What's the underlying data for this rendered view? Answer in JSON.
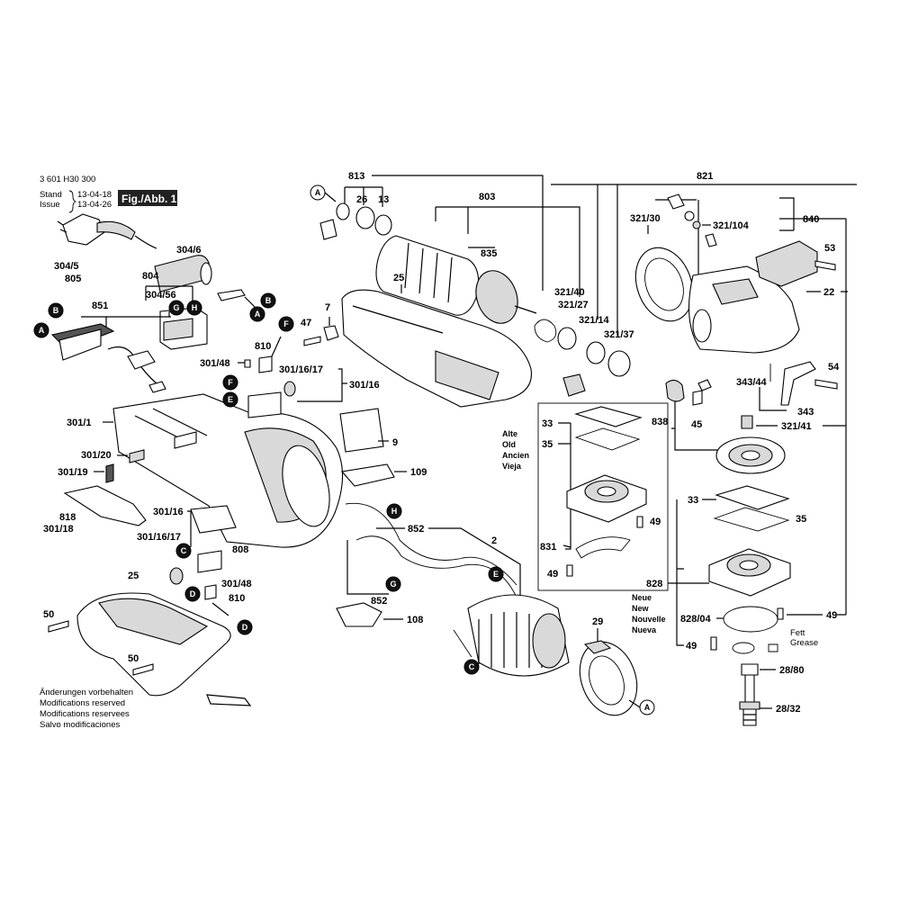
{
  "header": {
    "doc_number": "3 601 H30 300",
    "stand_label": "Stand",
    "issue_label": "Issue",
    "stand_date": "13-04-18",
    "issue_date": "13-04-26",
    "figure_label": "Fig./Abb. 1"
  },
  "footer_notice": [
    "Änderungen vorbehalten",
    "Modifications reserved",
    "Modifications reservees",
    "Salvo modificaciones"
  ],
  "old_labels": [
    "Alte",
    "Old",
    "Ancien",
    "Vieja"
  ],
  "new_labels": [
    "Neue",
    "New",
    "Nouvelle",
    "Nueva"
  ],
  "grease_labels": [
    "Fett",
    "Grease"
  ],
  "parts": {
    "p813": "813",
    "p26": "26",
    "p13": "13",
    "p803": "803",
    "p835": "835",
    "p25a": "25",
    "p25b": "25",
    "p7": "7",
    "p47": "47",
    "p810a": "810",
    "p810b": "810",
    "p821": "821",
    "p321_30": "321/30",
    "p321_104": "321/104",
    "p840": "840",
    "p53": "53",
    "p22": "22",
    "p321_40": "321/40",
    "p321_27": "321/27",
    "p321_14": "321/14",
    "p321_37": "321/37",
    "p54": "54",
    "p343_44": "343/44",
    "p343": "343",
    "p321_41": "321/41",
    "p838": "838",
    "p45": "45",
    "p33a": "33",
    "p35a": "35",
    "p49a": "49",
    "p831": "831",
    "p49b": "49",
    "p33b": "33",
    "p35b": "35",
    "p828": "828",
    "p49c": "49",
    "p828_04": "828/04",
    "p49d": "49",
    "p28_80": "28/80",
    "p28_32": "28/32",
    "p304_5": "304/5",
    "p805": "805",
    "p304_6": "304/6",
    "p804": "804",
    "p304_56": "304/56",
    "p851": "851",
    "p301_48a": "301/48",
    "p301_16_17a": "301/16/17",
    "p301_16a": "301/16",
    "p301_1": "301/1",
    "p9": "9",
    "p301_20": "301/20",
    "p109": "109",
    "p301_19": "301/19",
    "p818": "818",
    "p301_18": "301/18",
    "p301_16b": "301/16",
    "p301_16_17b": "301/16/17",
    "p808": "808",
    "p852a": "852",
    "p2": "2",
    "p301_48b": "301/48",
    "p852b": "852",
    "p108": "108",
    "p29": "29",
    "p50a": "50",
    "p50b": "50"
  },
  "callouts": {
    "A": "A",
    "B": "B",
    "C": "C",
    "D": "D",
    "E": "E",
    "F": "F",
    "G": "G",
    "H": "H"
  }
}
